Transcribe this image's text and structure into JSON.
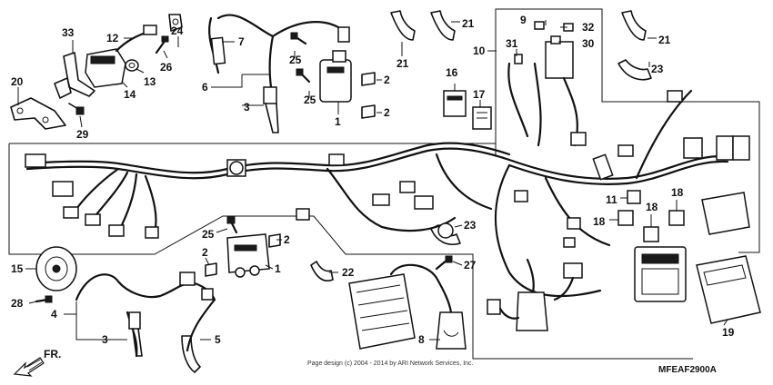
{
  "labels": {
    "l33": "33",
    "l12": "12",
    "l24": "24",
    "l26": "26",
    "l13": "13",
    "l14": "14",
    "l20": "20",
    "l29": "29",
    "l7": "7",
    "l6": "6",
    "l3a": "3",
    "l25a": "25",
    "l25b": "25",
    "l2a": "2",
    "l2b": "2",
    "l1a": "1",
    "l21a": "21",
    "l21b": "21",
    "l10": "10",
    "l9": "9",
    "l32": "32",
    "l31": "31",
    "l30": "30",
    "l16": "16",
    "l17": "17",
    "l21c": "21",
    "l23a": "23",
    "l11": "11",
    "l18a": "18",
    "l18b": "18",
    "l18c": "18",
    "l25c": "25",
    "l2c": "2",
    "l2d": "2",
    "l1b": "1",
    "l23b": "23",
    "l27": "27",
    "l22": "22",
    "l15": "15",
    "l28": "28",
    "l4": "4",
    "l3b": "3",
    "l5": "5",
    "l8": "8",
    "l19": "19"
  },
  "footer": {
    "copyright": "Page design (c) 2004 - 2014 by ARI Network Services, Inc.",
    "diagram_code": "MFEAF2900A",
    "direction": "FR."
  }
}
